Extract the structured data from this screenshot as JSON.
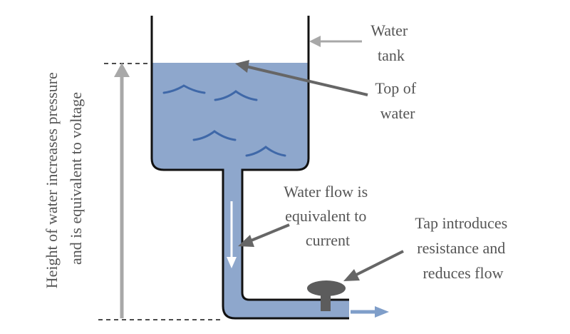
{
  "labels": {
    "water_tank": [
      "Water",
      "tank"
    ],
    "top_of_water": [
      "Top of",
      "water"
    ],
    "water_flow": [
      "Water flow is",
      "equivalent to",
      "current"
    ],
    "tap": [
      "Tap introduces",
      "resistance and",
      "reduces flow"
    ],
    "height": [
      "Height of water increases pressure",
      "and is equivalent to voltage"
    ]
  },
  "colors": {
    "water": "#8ea7cc",
    "wave": "#3f68a8",
    "outline": "#111111",
    "arrow_dark": "#666666",
    "arrow_light": "#a8a8a8",
    "tap": "#5c5c5c",
    "outflow": "#7f9ec9",
    "flow_arrow": "#ffffff"
  },
  "icons": {
    "tap": "tap-icon",
    "waves": "wave-icon"
  }
}
